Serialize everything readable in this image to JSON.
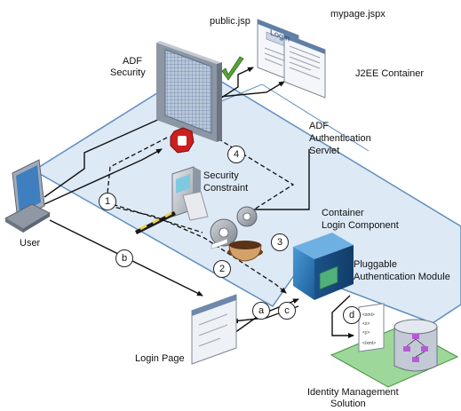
{
  "labels": {
    "public_jsp": "public.jsp",
    "mypage_jspx": "mypage.jspx",
    "adf_security_1": "ADF",
    "adf_security_2": "Security",
    "j2ee_container": "J2EE Container",
    "adf_auth_1": "ADF",
    "adf_auth_2": "Authentication",
    "adf_auth_3": "Servlet",
    "security_constraint_1": "Security",
    "security_constraint_2": "Constraint",
    "container_login_1": "Container",
    "container_login_2": "Login Component",
    "pluggable_1": "Pluggable",
    "pluggable_2": "Authentication Module",
    "user": "User",
    "login_page": "Login Page",
    "identity_1": "Identity Management",
    "identity_2": "Solution",
    "login_thumb": "Login"
  },
  "steps": {
    "s1": "1",
    "s2": "2",
    "s3": "3",
    "s4": "4",
    "sa": "a",
    "sb": "b",
    "sc": "c",
    "sd": "d"
  },
  "colors": {
    "container_fill": "#dde9f5",
    "container_stroke": "#5f8fbf",
    "identity_platform": "#9ed79a",
    "stop_sign": "#cc1f1f",
    "checkmark": "#5aa33a",
    "pam_cube": "#2a78b8"
  },
  "icons": {
    "adf_security": "security-gate-icon",
    "stop": "stop-sign-icon",
    "check": "checkmark-icon",
    "user": "computer-icon",
    "constraint": "barrier-gate-icon",
    "servlet": "gears-icon",
    "pam": "cube-icon",
    "identity": "directory-tree-icon",
    "xml": "xml-document-icon"
  }
}
